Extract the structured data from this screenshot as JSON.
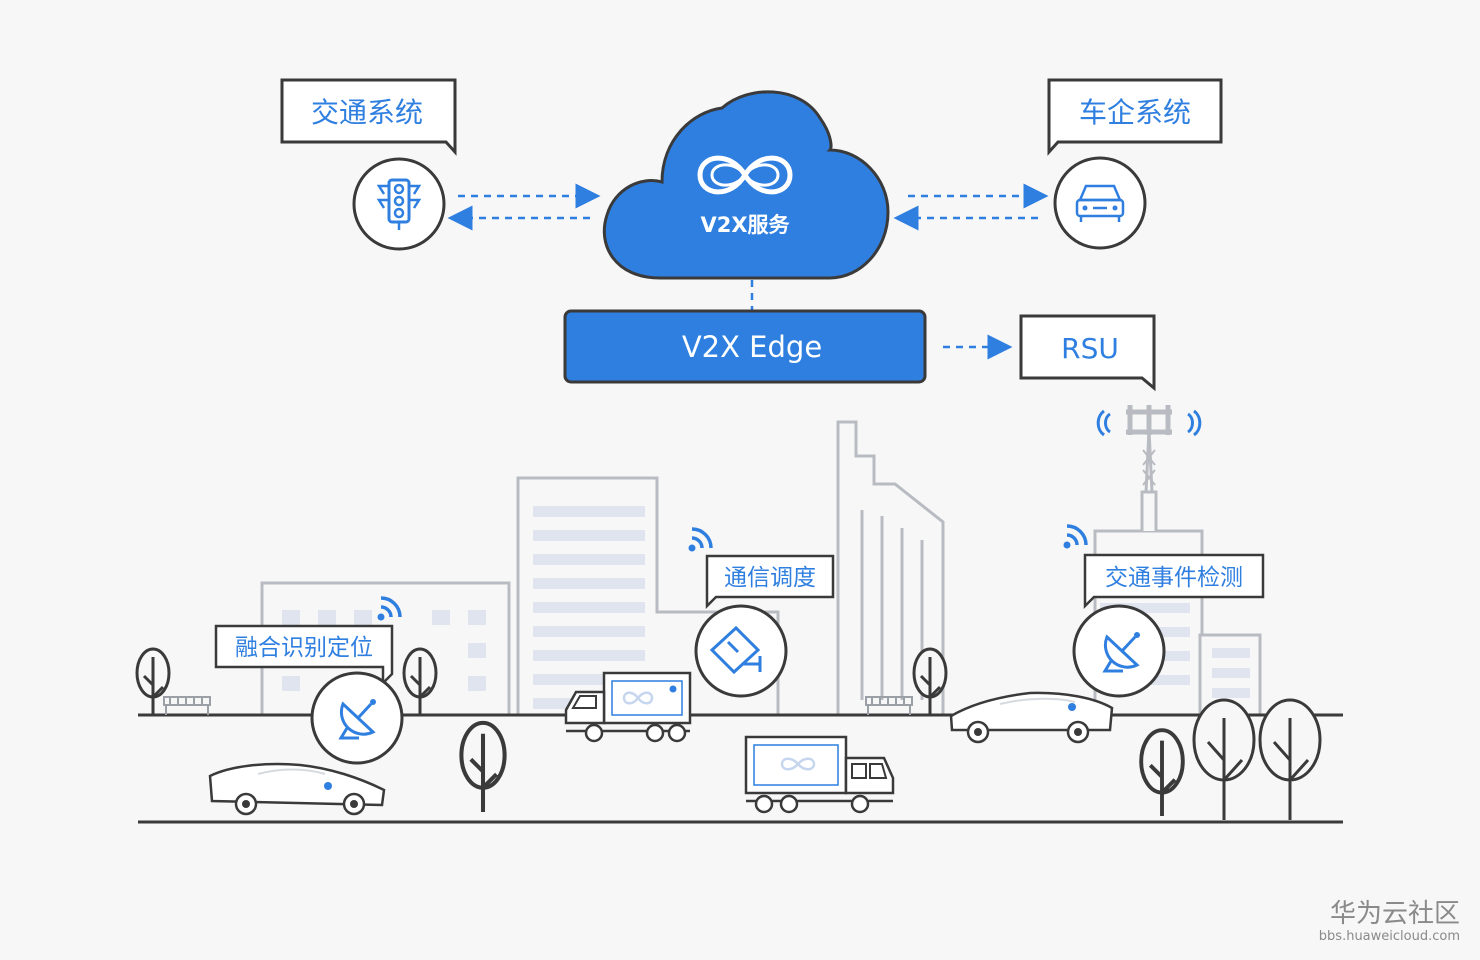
{
  "cloud": {
    "label": "V2X服务"
  },
  "edge": {
    "label": "V2X Edge"
  },
  "callouts": {
    "traffic_system": "交通系统",
    "vehicle_system": "车企系统",
    "rsu": "RSU",
    "fusion_positioning": "融合识别定位",
    "comm_dispatch": "通信调度",
    "event_detection": "交通事件检测"
  },
  "watermark": {
    "title": "华为云社区",
    "url": "bbs.huaweicloud.com"
  },
  "colors": {
    "accent": "#2f7fe0",
    "line": "#3a3a3a",
    "building": "#b8bcc2",
    "background": "#f7f7f7"
  }
}
